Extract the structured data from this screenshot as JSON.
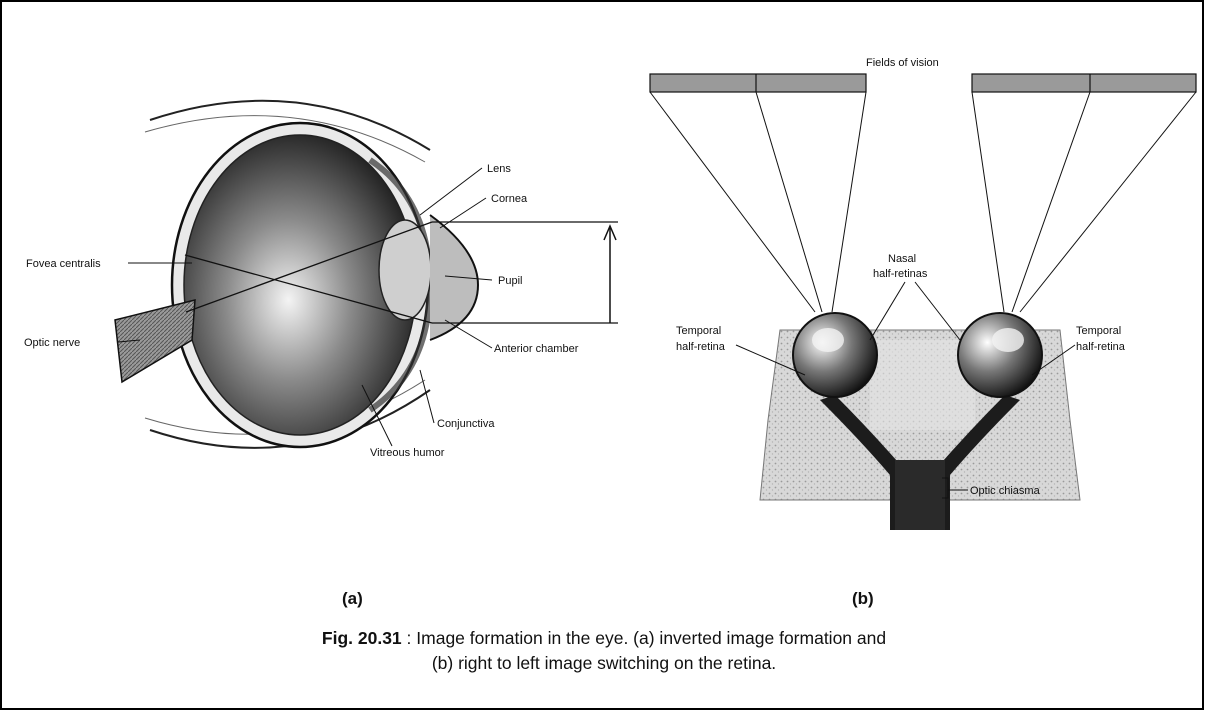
{
  "panel_a": {
    "label": "(a)",
    "labels": {
      "lens": "Lens",
      "cornea": "Cornea",
      "fovea": "Fovea centralis",
      "pupil": "Pupil",
      "optic_nerve": "Optic nerve",
      "anterior_chamber": "Anterior chamber",
      "conjunctiva": "Conjunctiva",
      "vitreous": "Vitreous humor"
    }
  },
  "panel_b": {
    "label": "(b)",
    "labels": {
      "fields": "Fields of vision",
      "nasal_1": "Nasal",
      "nasal_2": "half-retinas",
      "temporal_left_1": "Temporal",
      "temporal_left_2": "half-retina",
      "temporal_right_1": "Temporal",
      "temporal_right_2": "half-retina",
      "chiasma": "Optic chiasma"
    }
  },
  "caption": {
    "fig_number": "Fig. 20.31",
    "separator": " : ",
    "line1": "Image formation in the eye. (a) inverted image formation and",
    "line2": "(b) right to left image switching on the retina."
  }
}
